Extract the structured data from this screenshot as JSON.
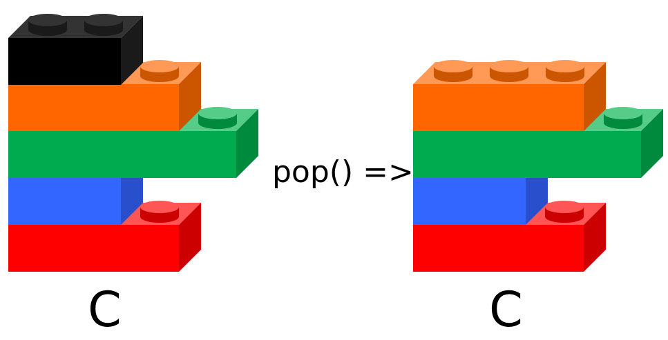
{
  "diagram": {
    "operation_label": "pop() =>",
    "before_stack": {
      "label": "C",
      "bricks_top_to_bottom": [
        {
          "color_name": "black",
          "face": "#000000",
          "side": "#1a1a1a",
          "top": "#333333",
          "studs": 2
        },
        {
          "color_name": "orange",
          "face": "#ff6600",
          "side": "#cc5500",
          "top": "#ff9955",
          "studs": 1
        },
        {
          "color_name": "green",
          "face": "#00aa4f",
          "side": "#008a3e",
          "top": "#55cc88",
          "studs": 1
        },
        {
          "color_name": "blue",
          "face": "#3366ff",
          "side": "#2a4fcc",
          "top": "#5588ff",
          "studs": 0
        },
        {
          "color_name": "red",
          "face": "#ff0000",
          "side": "#cc0000",
          "top": "#ff5555",
          "studs": 1
        }
      ]
    },
    "after_stack": {
      "label": "C",
      "bricks_top_to_bottom": [
        {
          "color_name": "orange",
          "face": "#ff6600",
          "side": "#cc5500",
          "top": "#ff9955",
          "studs": 3
        },
        {
          "color_name": "green",
          "face": "#00aa4f",
          "side": "#008a3e",
          "top": "#55cc88",
          "studs": 1
        },
        {
          "color_name": "blue",
          "face": "#3366ff",
          "side": "#2a4fcc",
          "top": "#5588ff",
          "studs": 0
        },
        {
          "color_name": "red",
          "face": "#ff0000",
          "side": "#cc0000",
          "top": "#ff5555",
          "studs": 1
        }
      ]
    }
  }
}
